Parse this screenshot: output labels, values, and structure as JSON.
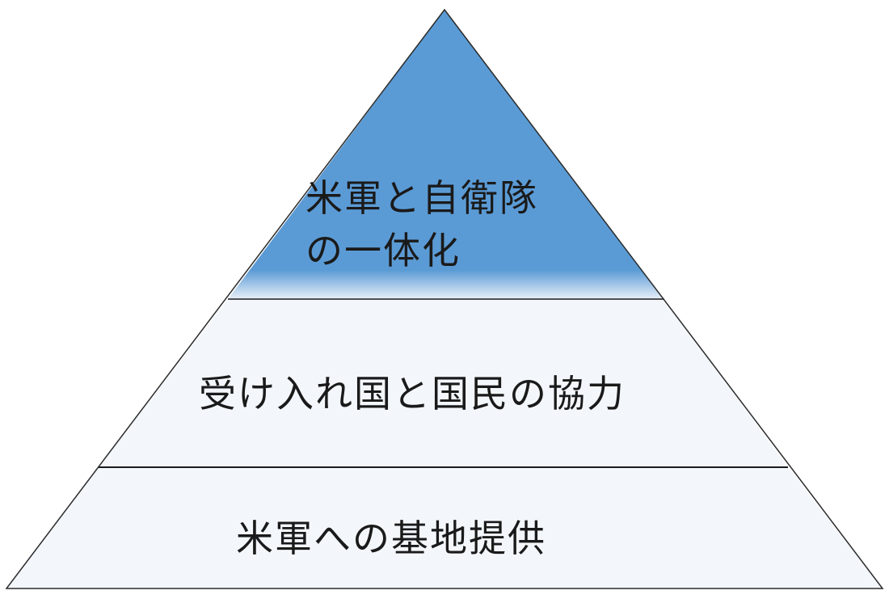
{
  "pyramid": {
    "tiers": [
      {
        "id": "top",
        "lines": [
          "米軍と自衛隊",
          "の一体化"
        ],
        "fill": "#5b9bd5"
      },
      {
        "id": "middle",
        "lines": [
          "受け入れ国と国民の協力"
        ],
        "fill": "#f3f7fc"
      },
      {
        "id": "bottom",
        "lines": [
          "米軍への基地提供"
        ],
        "fill": "#f3f7fc"
      }
    ],
    "colors": {
      "outline": "#2b2b2b",
      "divider": "#1a1a1a",
      "top_fill": "#5b9bd5",
      "top_fade": "#e8f0f9",
      "lower_fill": "#f3f7fc"
    }
  }
}
